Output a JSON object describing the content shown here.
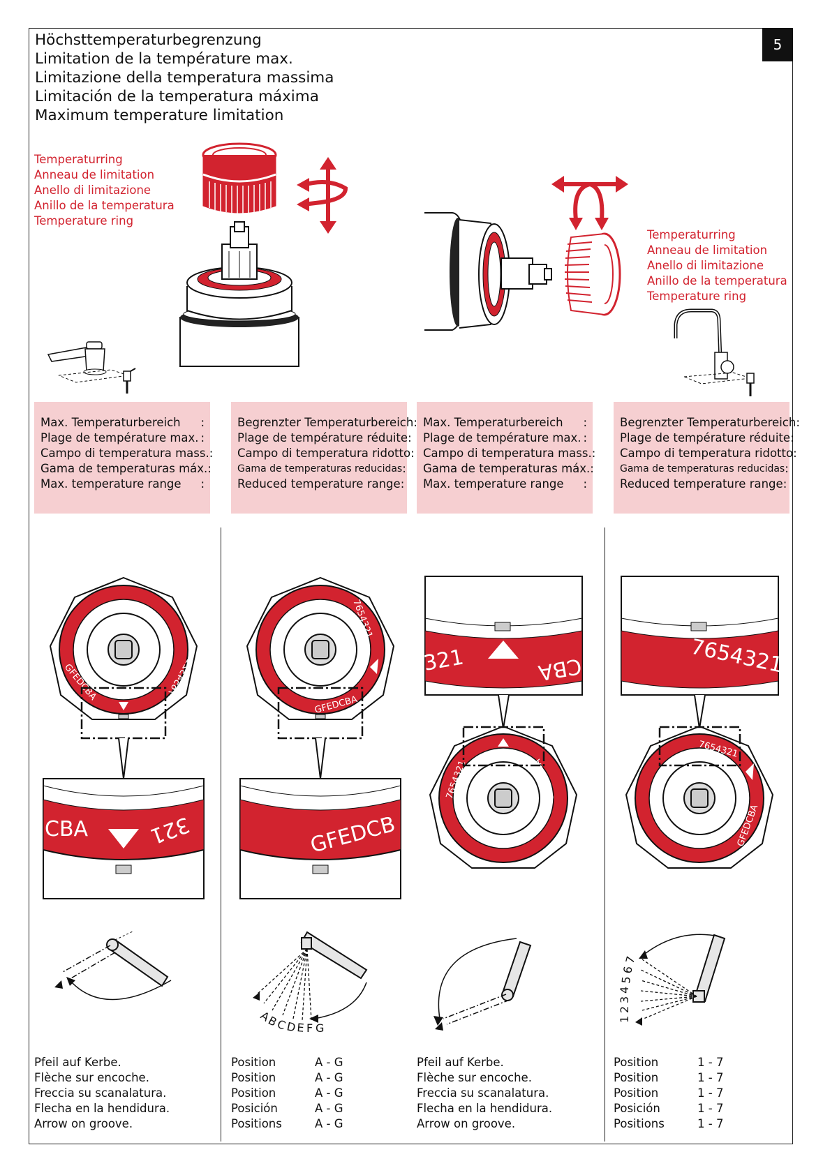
{
  "page_number": "5",
  "titles": [
    "Höchsttemperaturbegrenzung",
    "Limitation de la température max.",
    "Limitazione della temperatura massima",
    "Limitación de la temperatura máxima",
    "Maximum temperature limitation"
  ],
  "ring_label": [
    "Temperaturring",
    "Anneau de limitation",
    "Anello di limitazione",
    "Anillo de  la temperatura",
    "Temperature  ring"
  ],
  "boxes": [
    {
      "rows": [
        "Max. Temperaturbereich",
        "Plage de température max.",
        "Campo di temperatura mass.",
        "Gama de temperaturas máx.",
        "Max. temperature range"
      ]
    },
    {
      "rows": [
        "Begrenzter Temperaturbereich",
        "Plage de température réduite",
        "Campo di temperatura ridotto",
        "Gama de temperaturas reducidas",
        "Reduced temperature range"
      ]
    },
    {
      "rows": [
        "Max. Temperaturbereich",
        "Plage de température max.",
        "Campo di temperatura mass.",
        "Gama de temperaturas máx.",
        "Max. temperature range"
      ]
    },
    {
      "rows": [
        "Begrenzter Temperaturbereich",
        "Plage de température réduite",
        "Campo di temperatura ridotto",
        "Gama de temperaturas reducidas",
        "Reduced temperature range"
      ]
    }
  ],
  "colon": ":",
  "dial_labels": {
    "letters": "GFEDCBA",
    "numbers": "7654321",
    "zoom1_left": "CBA",
    "zoom1_right": "321",
    "zoom2": "GFEDCB",
    "zoom3_left": "321",
    "zoom3_right": "CBA",
    "zoom4": "7654321"
  },
  "scales": {
    "letters": [
      "A",
      "B",
      "C",
      "D",
      "E",
      "F",
      "G"
    ],
    "numbers": [
      "1",
      "2",
      "3",
      "4",
      "5",
      "6",
      "7"
    ]
  },
  "captions": {
    "arrow_on_groove": [
      "Pfeil auf Kerbe.",
      "Flèche sur encoche.",
      "Freccia su scanalatura.",
      "Flecha en la hendidura.",
      "Arrow on groove."
    ],
    "position_words": [
      "Position",
      "Position",
      "Position",
      "Posición",
      "Positions"
    ],
    "range_letters": "A - G",
    "range_numbers": "1 - 7"
  },
  "colors": {
    "accent": "#d2232f",
    "box_bg": "#f6cfd1",
    "ink": "#111111"
  }
}
